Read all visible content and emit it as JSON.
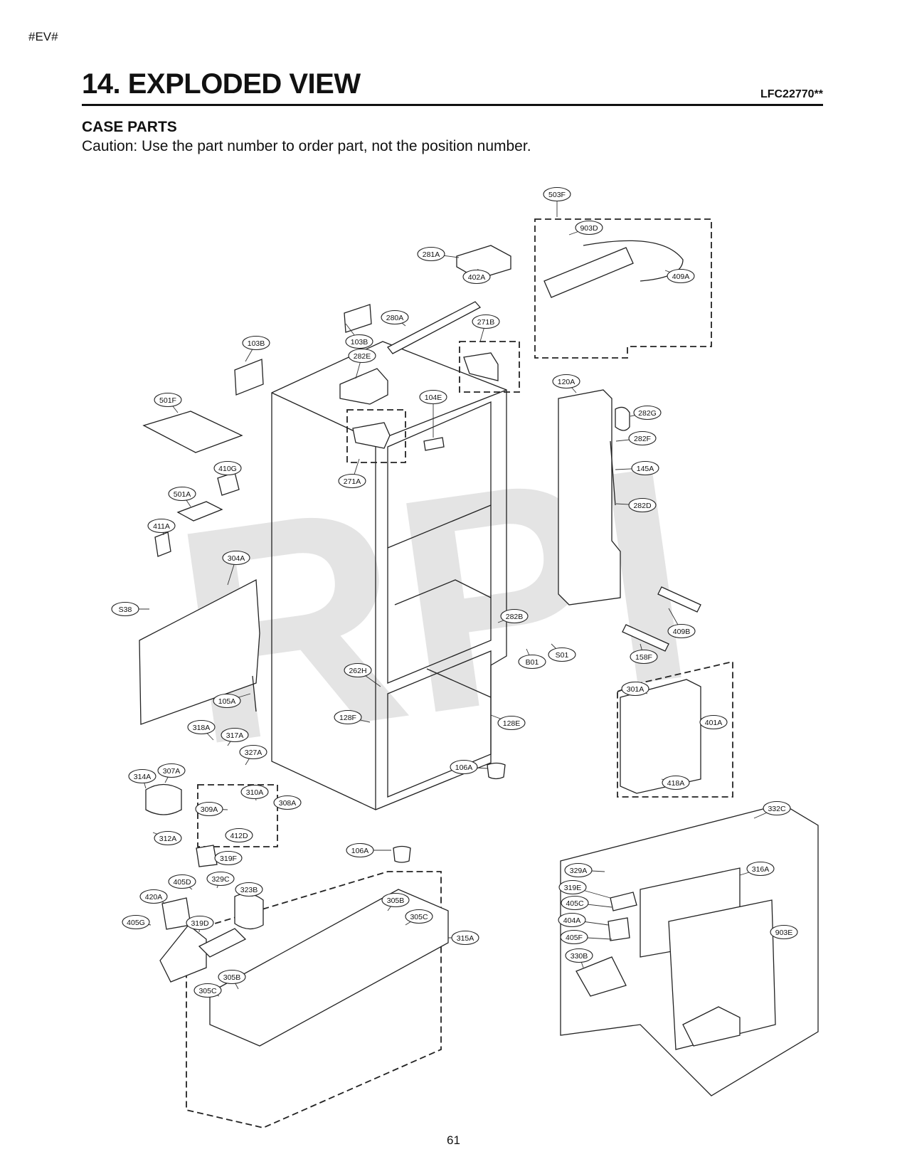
{
  "header": {
    "tag": "#EV#",
    "title": "14. EXPLODED VIEW",
    "model": "LFC22770**",
    "subtitle": "CASE PARTS",
    "caution": "Caution: Use the part number to order part, not the position number."
  },
  "watermark": "RPI",
  "page_number": "61",
  "callouts": [
    "503F",
    "903D",
    "409A",
    "281A",
    "402A",
    "103B",
    "280A",
    "271B",
    "103B",
    "282E",
    "104E",
    "120A",
    "282G",
    "282F",
    "145A",
    "282D",
    "501F",
    "410G",
    "271A",
    "501A",
    "411A",
    "304A",
    "S38",
    "282B",
    "409B",
    "S01",
    "B01",
    "158F",
    "262H",
    "301A",
    "401A",
    "105A",
    "128F",
    "128E",
    "318A",
    "317A",
    "327A",
    "418A",
    "314A",
    "307A",
    "310A",
    "308A",
    "106A",
    "309A",
    "412D",
    "312A",
    "332C",
    "319F",
    "106A",
    "329A",
    "316A",
    "405D",
    "329C",
    "319E",
    "420A",
    "323B",
    "305B",
    "405C",
    "405G",
    "319D",
    "305C",
    "404A",
    "903E",
    "315A",
    "405F",
    "330B",
    "305B",
    "305C"
  ]
}
